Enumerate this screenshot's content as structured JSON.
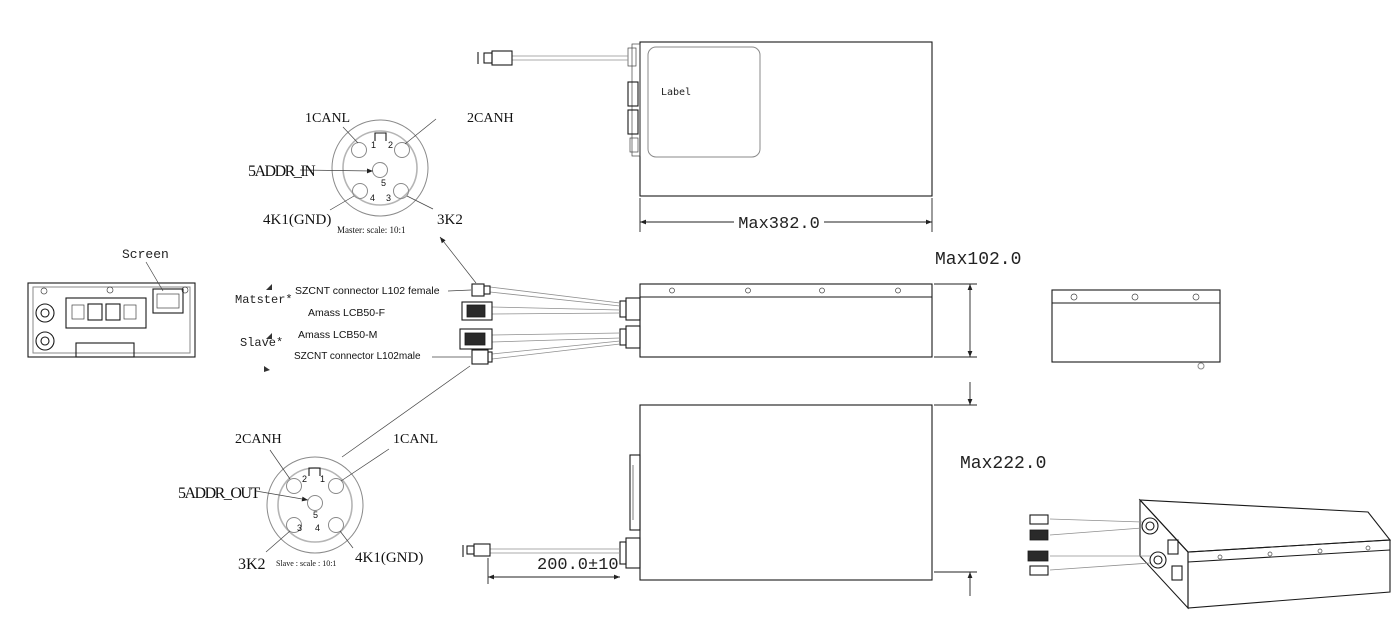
{
  "top_view": {
    "label": "Label"
  },
  "dimensions": {
    "length": "Max382.0",
    "height": "Max102.0",
    "width": "Max222.0",
    "cable_length": "200.0±10"
  },
  "left_view": {
    "screen_label": "Screen"
  },
  "master_connector": {
    "can_low": "1CANL",
    "can_high": "2CANH",
    "addr": "5ADDR_IN",
    "ground": "4K1(GND)",
    "k2": "3K2",
    "scale_note": "Master: scale: 10:1",
    "pin_numbers": {
      "p1": "1",
      "p2": "2",
      "p3": "3",
      "p4": "4",
      "p5": "5"
    }
  },
  "slave_connector": {
    "can_high": "2CANH",
    "can_low": "1CANL",
    "addr": "5ADDR_OUT",
    "k2": "3K2",
    "ground": "4K1(GND)",
    "scale_note": "Slave : scale : 10:1",
    "pin_numbers": {
      "p1": "1",
      "p2": "2",
      "p3": "3",
      "p4": "4",
      "p5": "5"
    }
  },
  "cables": {
    "master_tag": "Matster*",
    "slave_tag": "Slave*",
    "master_signal": "SZCNT connector L102 female",
    "master_power": "Amass LCB50-F",
    "slave_power": "Amass LCB50-M",
    "slave_signal": "SZCNT connector L102male"
  }
}
